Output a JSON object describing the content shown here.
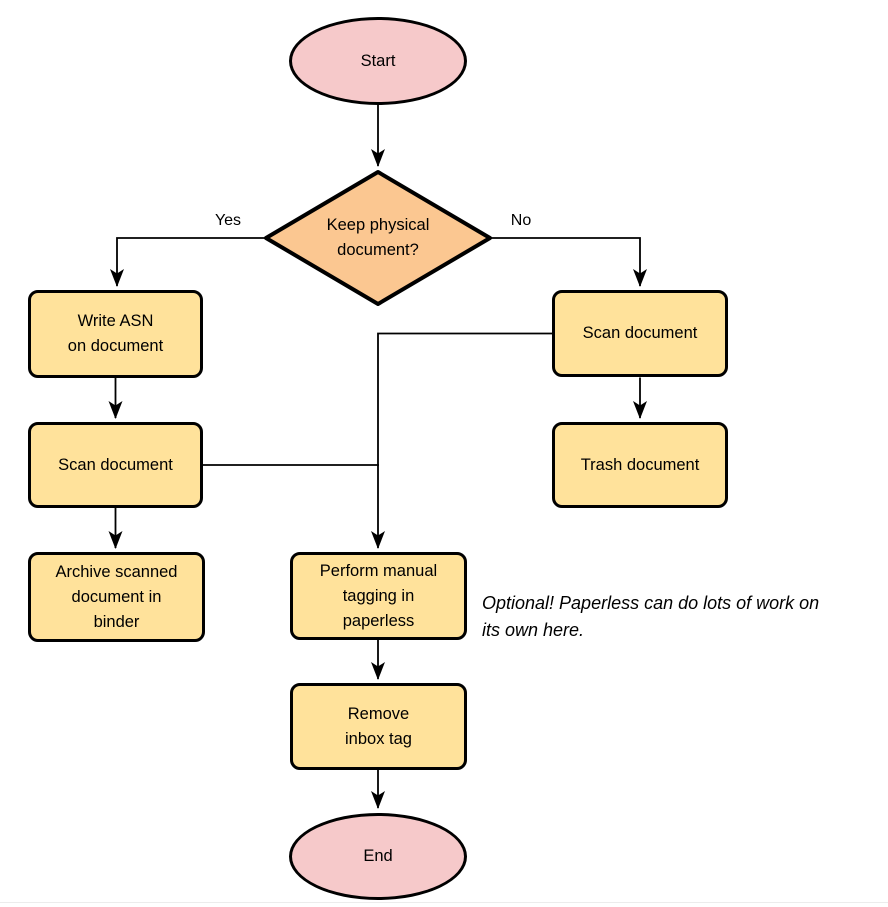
{
  "diagram": {
    "type": "flowchart",
    "colors": {
      "terminal_fill": "#f6c9ca",
      "decision_fill": "#fbc791",
      "process_fill": "#ffe29b",
      "stroke": "#000000",
      "background": "#ffffff"
    },
    "nodes": {
      "start": {
        "label": "Start",
        "shape": "ellipse"
      },
      "keep_physical": {
        "label": "Keep physical\ndocument?",
        "shape": "diamond"
      },
      "write_asn": {
        "label": "Write ASN\non document",
        "shape": "process"
      },
      "scan_document_left": {
        "label": "Scan document",
        "shape": "process"
      },
      "archive_scanned": {
        "label": "Archive scanned\ndocument in\nbinder",
        "shape": "process"
      },
      "scan_document_right": {
        "label": "Scan document",
        "shape": "process"
      },
      "trash_document": {
        "label": "Trash document",
        "shape": "process"
      },
      "manual_tagging": {
        "label": "Perform manual\ntagging in\npaperless",
        "shape": "process"
      },
      "remove_inbox_tag": {
        "label": "Remove\ninbox tag",
        "shape": "process"
      },
      "end": {
        "label": "End",
        "shape": "ellipse"
      }
    },
    "edge_labels": {
      "yes": "Yes",
      "no": "No"
    },
    "note": "Optional! Paperless can do lots of work on\nits own here."
  }
}
